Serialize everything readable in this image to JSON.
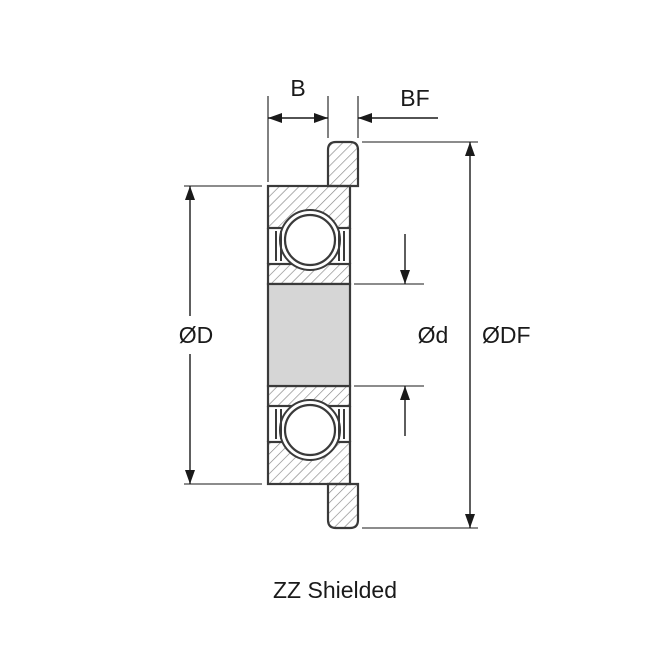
{
  "drawing": {
    "caption": "ZZ Shielded",
    "labels": {
      "width": "B",
      "flange_width": "BF",
      "outer_diameter": "ØD",
      "bore_diameter": "Ød",
      "flange_diameter": "ØDF"
    },
    "colors": {
      "outline": "#3a3a3a",
      "hatch": "#858585",
      "bore_fill": "#d6d6d6",
      "dimension_lines": "#1a1a1a",
      "background": "#ffffff"
    }
  }
}
